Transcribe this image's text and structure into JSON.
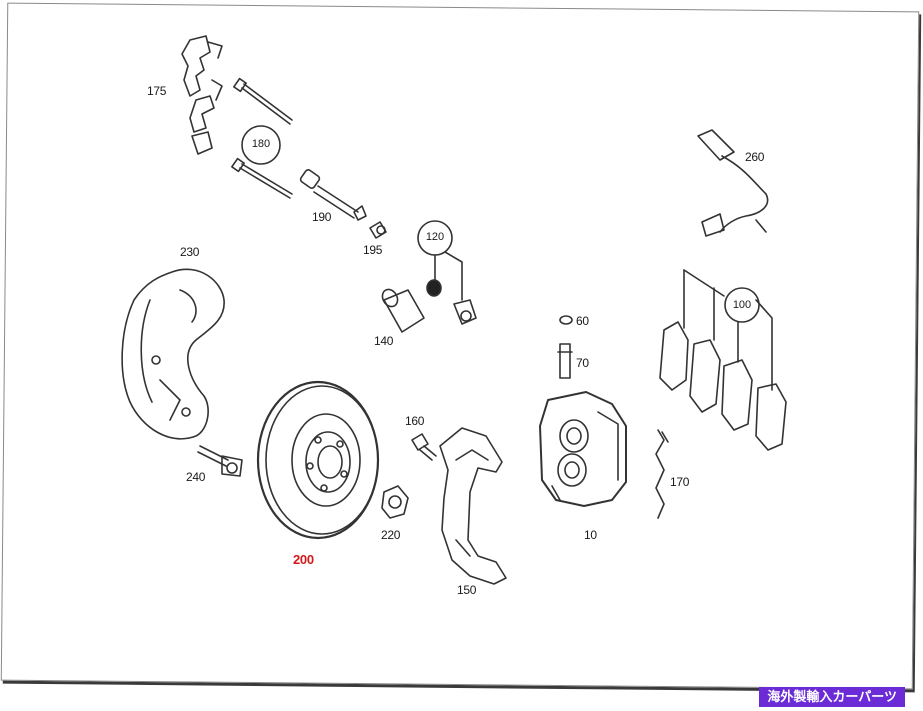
{
  "parts": {
    "p175": "175",
    "p180": "180",
    "p190": "190",
    "p195": "195",
    "p120": "120",
    "p140": "140",
    "p230": "230",
    "p240": "240",
    "p200": "200",
    "p220": "220",
    "p160": "160",
    "p150": "150",
    "p60": "60",
    "p70": "70",
    "p10": "10",
    "p170": "170",
    "p100": "100",
    "p260": "260"
  },
  "badge": "海外製輸入カーパーツ",
  "colors": {
    "highlight": "#d11a1a",
    "badge_bg": "#6b2bd6",
    "badge_text": "#ffffff"
  }
}
